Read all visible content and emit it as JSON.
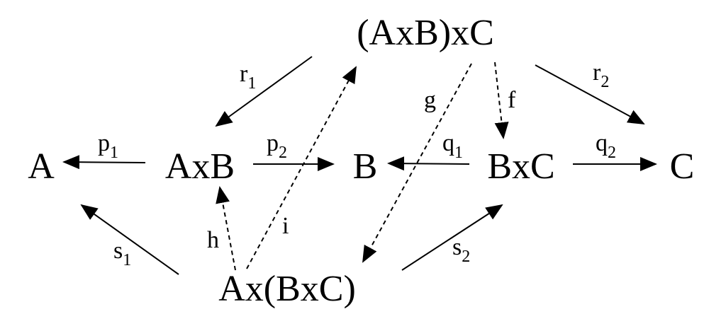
{
  "nodes": {
    "abc_left": "(AxB)xC",
    "a": "A",
    "axb": "AxB",
    "b": "B",
    "bxc": "BxC",
    "c": "C",
    "abc_right": "Ax(BxC)"
  },
  "edges": {
    "r1": {
      "base": "r",
      "sub": "1"
    },
    "r2": {
      "base": "r",
      "sub": "2"
    },
    "p1": {
      "base": "p",
      "sub": "1"
    },
    "p2": {
      "base": "p",
      "sub": "2"
    },
    "q1": {
      "base": "q",
      "sub": "1"
    },
    "q2": {
      "base": "q",
      "sub": "2"
    },
    "s1": {
      "base": "s",
      "sub": "1"
    },
    "s2": {
      "base": "s",
      "sub": "2"
    },
    "f": {
      "base": "f"
    },
    "g": {
      "base": "g"
    },
    "h": {
      "base": "h"
    },
    "i": {
      "base": "i"
    }
  }
}
